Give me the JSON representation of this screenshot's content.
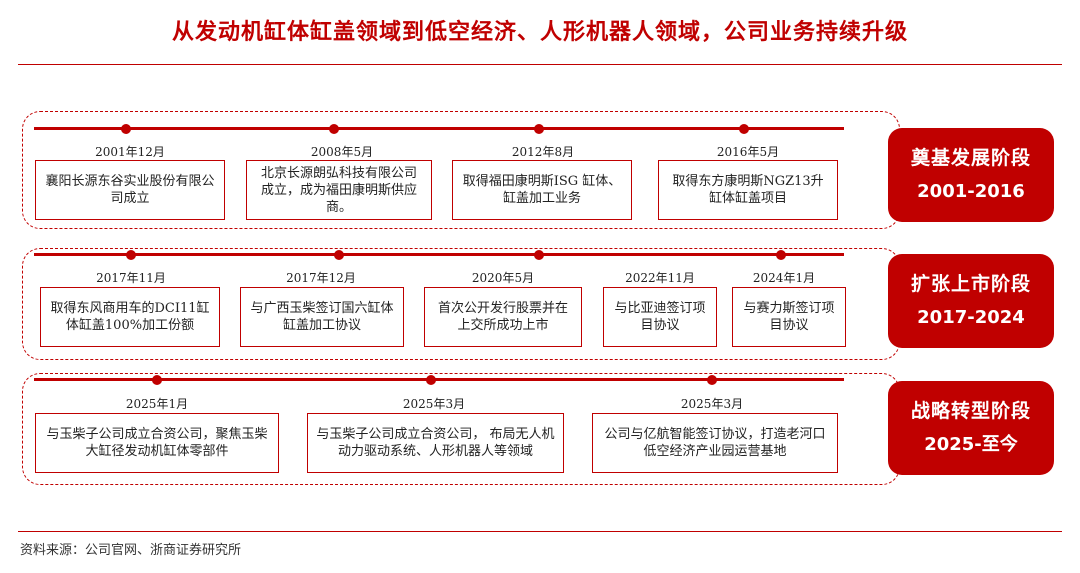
{
  "title": "从发动机缸体缸盖领域到低空经济、人形机器人领域，公司业务持续升级",
  "source": "资料来源：公司官网、浙商证券研究所",
  "theme": {
    "accent": "#c00000"
  },
  "stages": [
    {
      "name": "奠基发展阶段",
      "years": "2001-2016",
      "events": [
        {
          "date": "2001年12月",
          "text": "襄阳长源东谷实业股份有限公司成立"
        },
        {
          "date": "2008年5月",
          "text": "北京长源朗弘科技有限公司成立，成为福田康明斯供应商。"
        },
        {
          "date": "2012年8月",
          "text": "取得福田康明斯ISG 缸体、缸盖加工业务"
        },
        {
          "date": "2016年5月",
          "text": "取得东方康明斯NGZ13升缸体缸盖项目"
        }
      ]
    },
    {
      "name": "扩张上市阶段",
      "years": "2017-2024",
      "events": [
        {
          "date": "2017年11月",
          "text": "取得东风商用车的DCI11缸体缸盖100%加工份额"
        },
        {
          "date": "2017年12月",
          "text": "与广西玉柴签订国六缸体缸盖加工协议"
        },
        {
          "date": "2020年5月",
          "text": "首次公开发行股票并在上交所成功上市"
        },
        {
          "date": "2022年11月",
          "text": "与比亚迪签订项目协议"
        },
        {
          "date": "2024年1月",
          "text": "与赛力斯签订项目协议"
        }
      ]
    },
    {
      "name": "战略转型阶段",
      "years": "2025-至今",
      "events": [
        {
          "date": "2025年1月",
          "text": "与玉柴子公司成立合资公司，聚焦玉柴大缸径发动机缸体零部件"
        },
        {
          "date": "2025年3月",
          "text": "与玉柴子公司成立合资公司， 布局无人机动力驱动系统、人形机器人等领域"
        },
        {
          "date": "2025年3月",
          "text": "公司与亿航智能签订协议，打造老河口低空经济产业园运营基地"
        }
      ]
    }
  ]
}
